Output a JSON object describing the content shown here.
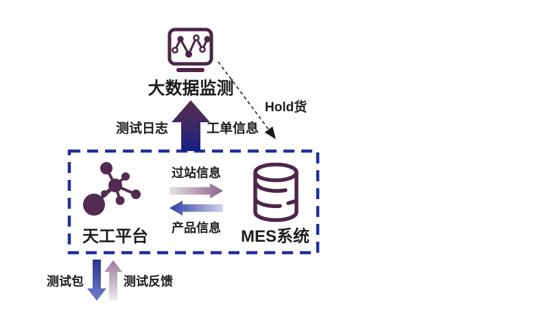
{
  "nodes": {
    "monitor": {
      "label": "大数据监测",
      "icon": "line-chart-monitor-icon"
    },
    "platform": {
      "label": "天工平台",
      "icon": "network-nodes-icon"
    },
    "mes": {
      "label": "MES系统",
      "icon": "database-icon"
    }
  },
  "arrows": {
    "test_log_label": "测试日志",
    "work_order_label": "工单信息",
    "hold_label": "Hold货",
    "station_pass_label": "过站信息",
    "product_info_label": "产品信息",
    "test_package_label": "测试包",
    "test_feedback_label": "测试反馈"
  },
  "colors": {
    "background": "#ffffff",
    "text": "#1c1c1c",
    "icon_purple": "#4e2549",
    "box_dash_blue": "#1e2f9c",
    "dashed_line_black": "#1a1a1a",
    "big_arrow_top": "#542a4d",
    "big_arrow_bottom": "#151f86",
    "right_arrow_from": "#e5dfe5",
    "right_arrow_to": "#8c6187",
    "left_arrow_from": "#2f3fa0",
    "left_arrow_to": "#cdd3ec",
    "down_arrow_from": "#2b3390",
    "down_arrow_to": "#6f7fca",
    "up_small_arrow_from": "#9c7a9e",
    "up_small_arrow_to": "#ede7f1"
  }
}
